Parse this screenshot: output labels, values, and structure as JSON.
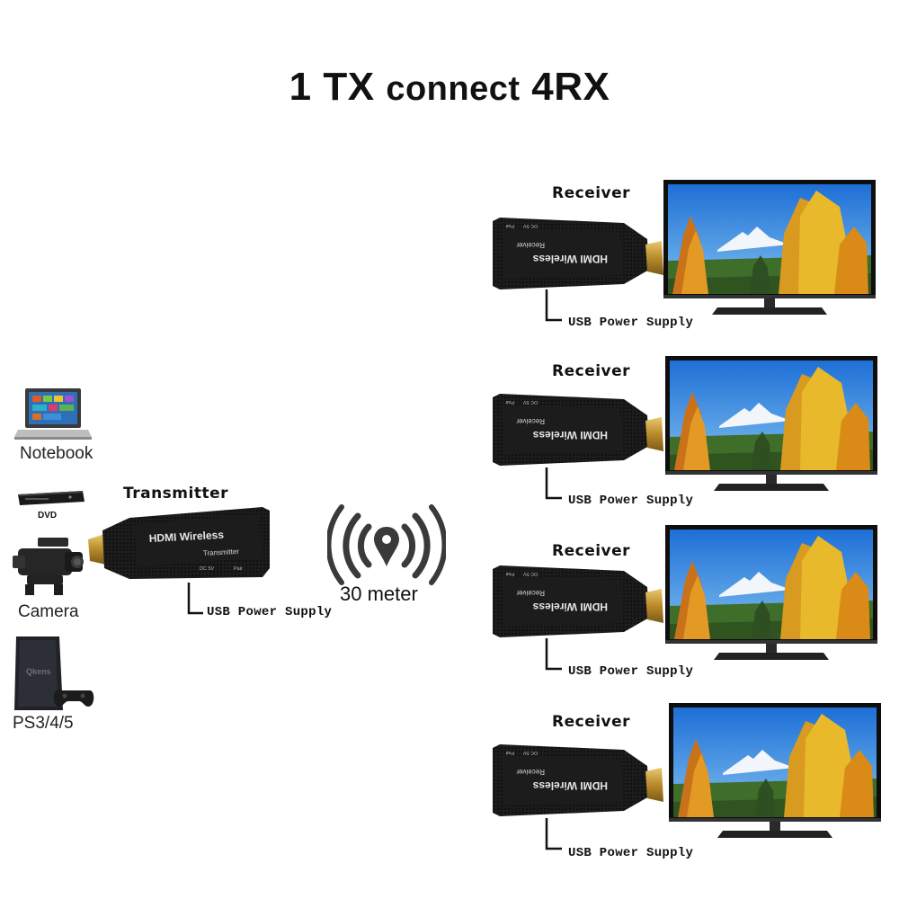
{
  "title": {
    "main": "1 TX",
    "mid": "connect",
    "end": "4RX"
  },
  "sources": {
    "notebook": "Notebook",
    "dvd": "DVD",
    "camera": "Camera",
    "ps": "PS3/4/5",
    "ps_console_mark": "Qkens"
  },
  "transmitter": {
    "heading": "Transmitter",
    "device_line1": "HDMI Wireless",
    "device_line2": "Transmitter",
    "port_dc": "DC 5V",
    "port_pair": "Pair",
    "usb": "USB Power Supply"
  },
  "wireless": {
    "range": "30 meter"
  },
  "receivers": [
    {
      "heading": "Receiver",
      "device_line1": "HDMI Wireless",
      "device_line2": "Receiver",
      "port_dc": "DC 5V",
      "port_pair": "Pair",
      "usb": "USB Power Supply"
    },
    {
      "heading": "Receiver",
      "device_line1": "HDMI Wireless",
      "device_line2": "Receiver",
      "port_dc": "DC 5V",
      "port_pair": "Pair",
      "usb": "USB Power Supply"
    },
    {
      "heading": "Receiver",
      "device_line1": "HDMI Wireless",
      "device_line2": "Receiver",
      "port_dc": "DC 5V",
      "port_pair": "Pair",
      "usb": "USB Power Supply"
    },
    {
      "heading": "Receiver",
      "device_line1": "HDMI Wireless",
      "device_line2": "Receiver",
      "port_dc": "DC 5V",
      "port_pair": "Pair",
      "usb": "USB Power Supply"
    }
  ],
  "colors": {
    "device": "#1c1c1c",
    "hdmi_gold": "#c9a23a",
    "sky": "#3f8fe0",
    "tree_orange": "#d98a17",
    "tree_yellow": "#e8b92a"
  }
}
